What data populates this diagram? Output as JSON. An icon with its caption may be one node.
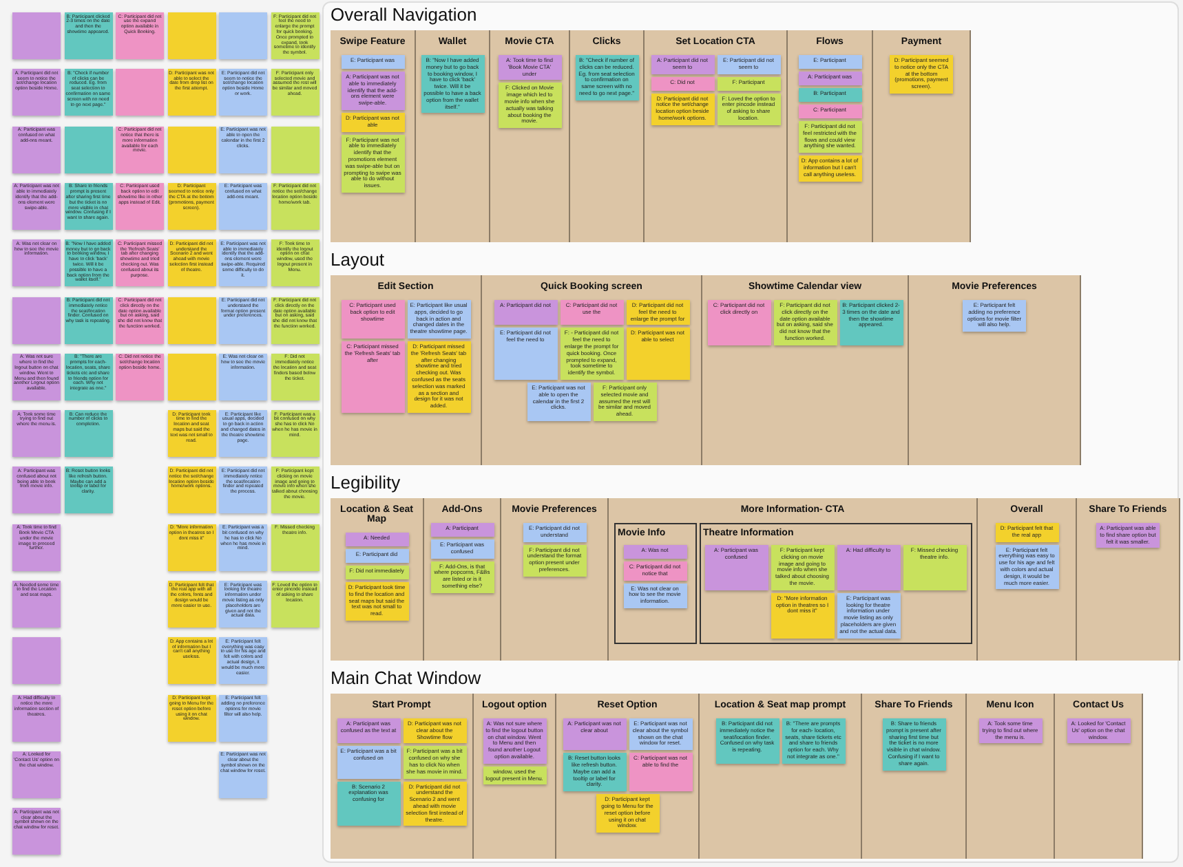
{
  "diagram": {
    "nodes": [
      {
        "text": [],
        "shape": "box"
      },
      {
        "text": [
          "A: Participant did not seem to notice the set/change location option beside Home."
        ]
      },
      {
        "text": [
          "A: Participant was confused on what add-ons meant."
        ]
      },
      {
        "text": [
          "A: Participant was not able to immediately identify that the add-ons element were swipe-able."
        ]
      },
      {
        "text": [
          "A: Was not clear on how to see the movie information."
        ]
      },
      {
        "text": [],
        "shape": "box"
      },
      {
        "text": [
          "A: Was not sure where to find the logout button on chat window. Went to Menu and then found another Logout option available."
        ]
      },
      {
        "text": [
          "A: Took some time trying to find out where the menu is."
        ]
      },
      {
        "text": [
          "A: Participant was confused about not being able to book from movie info."
        ]
      },
      {
        "text": [
          "A: Took time to find Book Movie CTA under the movie image to proceed further."
        ]
      },
      {
        "text": [
          "A: Needed some time to find the Location and seat maps."
        ]
      },
      {
        "text": [],
        "shape": "box"
      },
      {
        "text": [
          "A: Had difficulty to notice the more information section of theatres."
        ]
      },
      {
        "text": [
          "A: Looked for 'Contact Us' option on the chat window."
        ]
      },
      {
        "text": [
          "A: Participant was not clear about the symbol shown on the chat window for reset."
        ]
      },
      {
        "text": [
          "B: Participant clicked 2-3 times on the date and then the showtime appeared."
        ]
      },
      {
        "text": [
          "B: \"Check if number of clicks can be reduced. Eg. from seat selection to confirmation on same screen with no need to go next page.\""
        ]
      },
      {
        "text": [],
        "shape": "box"
      },
      {
        "text": [
          "B: Share to friends prompt is present after sharing first time but the ticket is no more visible in chat window. Confusing if I want to share again."
        ]
      },
      {
        "text": [
          "B: \"Now I have added money but to go back to booking window, I have to click 'back' twice. Will it be possible to have a back option from the wallet itself.\""
        ]
      },
      {
        "text": [
          "B: Participant did not immediately notice the seat/location finder. Confused on why task is repeating."
        ]
      },
      {
        "text": [
          "B: \"There are prompts for each- location, seats, share tickets etc and share to friends option for each. Why not integrate as one.\""
        ]
      },
      {
        "text": [
          "B: Can reduce the number of clicks to completion."
        ]
      },
      {
        "text": [
          "B: Reset button looks like refresh button. Maybe can add a tooltip or label for clarity."
        ]
      },
      {
        "text": [
          "C: Participant did not use the expand option available in Quick Booking."
        ]
      },
      {
        "text": [],
        "shape": "box"
      },
      {
        "text": [
          "C: Participant did not notice that there is more information available for each movie."
        ]
      },
      {
        "text": [
          "C: Participant used back option to edit showtime like in other apps instead of Edit."
        ]
      },
      {
        "text": [
          "C: Participant missed the 'Refresh Seats' tab after changing showtime and tried checking out. Was confused about its purpose."
        ]
      },
      {
        "text": [
          "C: Participant did not click directly on the date option available but on asking, said she did not know that the function worked."
        ]
      },
      {
        "text": [
          "C: Did not notice the set/change location option beside home."
        ]
      },
      {
        "text": [],
        "shape": "box"
      },
      {
        "text": [
          "D: Participant was not able to select the date from drop list on the first attempt."
        ]
      },
      {
        "text": [],
        "shape": "box"
      },
      {
        "text": [
          "D: Participant seemed to notice only the CTA at the bottom (promotions, payment screen)."
        ]
      },
      {
        "text": [
          "D: Participant did not understand the Scenario 2 and went ahead with movie selection first instead of theatre."
        ]
      },
      {
        "text": [],
        "shape": "box"
      },
      {
        "text": [],
        "shape": "box"
      },
      {
        "text": [
          "D: Participant took time to find the location and seat maps but said the text was not small to read."
        ]
      },
      {
        "text": [
          "D: Participant did not notice the set/change location option beside home/work options."
        ]
      },
      {
        "text": [
          "D: \"More information option in theatres so I dont miss it\""
        ]
      },
      {
        "text": [
          "D: Participant felt that the real app with all the colors, fonts and design would be more easier to use."
        ]
      },
      {
        "text": [
          "D: App contains a lot of information but I can't call anything useless."
        ]
      },
      {
        "text": [
          "D: Participant kept going to Menu for the reset option before using it on chat window."
        ]
      },
      {
        "text": [],
        "shape": "box"
      },
      {
        "text": [
          "E: Participant did not seem to notice the set/change location option beside Home or work."
        ]
      },
      {
        "text": [
          "E: Participant was not able to open the calendar in the first 2 clicks."
        ]
      },
      {
        "text": [
          "E: Participant was confused on what add-ons meant."
        ]
      },
      {
        "text": [
          "E: Participant was not able to immediately identify that the add-ons element were swipe-able. Required some difficulty to do it."
        ]
      },
      {
        "text": [
          "E: Participant did not understand the format option present under preferences."
        ]
      },
      {
        "text": [
          "E: Was not clear on how to see the movie information."
        ]
      },
      {
        "text": [
          "E: Participant like usual apps, decided to go back in action and changed dates in the theatre showtime page."
        ]
      },
      {
        "text": [
          "E: Participant did not immediately notice the seat/location finder and repeated the process."
        ]
      },
      {
        "text": [
          "E: Participant was a bit confused on why he has to click No when he has movie in mind."
        ]
      },
      {
        "text": [
          "E: Participant was looking for theatre information under movie listing as only placeholders are given and not the actual data."
        ]
      },
      {
        "text": [
          "E: Participant felt everything was easy to use for his age and felt with colors and actual design, it would be much more easier."
        ]
      },
      {
        "text": [
          "E: Participant felt adding no preference options for movie filter will also help."
        ]
      },
      {
        "text": [
          "E: Participant was not clear about the symbol shown on the chat window for reset."
        ]
      },
      {
        "text": [
          "F: Participant did not feel the need to enlarge the prompt for quick booking. Once prompted to expand, took sometime to identify the symbol."
        ]
      },
      {
        "text": [
          "F: Participant only selected movie and assumed the rest will be similar and moved ahead."
        ]
      },
      {
        "text": [],
        "shape": "box"
      },
      {
        "text": [
          "F: Participant did not notice the set/change location option beside home/work tab."
        ]
      },
      {
        "text": [
          "F: Took time to identify the logout option on chat window, used the logout present in Menu."
        ]
      },
      {
        "text": [
          "F: Participant did not click directly on the date option available but on asking, said she did not know that the function worked."
        ]
      },
      {
        "text": [
          "F: Did not immediately notice the location and seat finders based below the ticket."
        ]
      },
      {
        "text": [
          "F: Participant was a bit confused on why she has to click No when he has movie in mind."
        ]
      },
      {
        "text": [
          "F: Participant kept clicking on movie image and going to movie info when she talked about choosing the movie."
        ]
      },
      {
        "text": [
          "F: Missed checking theatre info."
        ]
      },
      {
        "text": [
          "F: Loved the option to enter pincode instead of asking to share location."
        ]
      },
      {
        "text": [
          "Overall Navigation"
        ]
      },
      {
        "text": [
          "Swipe Feature"
        ],
        "in": 69
      },
      {
        "text": [
          "E: Participant was"
        ],
        "in": 70
      },
      {
        "text": [
          "A: Participant was not able to immediately identify that the add-ons element were swipe-able."
        ],
        "in": 70
      },
      {
        "text": [
          "D: Participant was not able"
        ],
        "in": 70
      },
      {
        "text": [
          "F: Participant was not able to immediately identify that the promotions element was swipe-able but on prompting to swipe was able to do without issues."
        ],
        "in": 70
      },
      {
        "text": [
          "Wallet"
        ],
        "in": 69
      },
      {
        "text": [
          "B: \"Now I have added money but to go back to booking window, I have to click 'back' twice. Will it be possible to have a back option from the wallet itself.\""
        ],
        "in": 75
      },
      {
        "text": [
          "Movie CTA"
        ],
        "in": 69
      },
      {
        "text": [
          "A: Took time to find 'Book Movie CTA' under"
        ],
        "in": 77
      },
      {
        "text": [
          "F: Clicked on Movie image which led to movie info when she actually was talking about booking the movie."
        ],
        "in": 77
      },
      {
        "text": [
          "Clicks"
        ],
        "in": 69
      },
      {
        "text": [
          "B: \"Check if number of clicks can be reduced. Eg. from seat selection to confirmation on same screen with no need to go next page.\""
        ],
        "in": 80
      },
      {
        "text": [
          "Set Location CTA"
        ],
        "in": 69
      },
      {
        "text": [
          "A: Participant did not seem to"
        ],
        "in": 82
      },
      {
        "text": [
          "E: Participant did not seem to"
        ],
        "in": 82
      },
      {
        "text": [
          "C: Did not"
        ],
        "in": 82
      },
      {
        "text": [
          "F: Participant"
        ],
        "in": 82
      },
      {
        "text": [
          "D: Participant did not notice the set/change location option beside home/work options."
        ],
        "in": 82
      },
      {
        "text": [
          "F: Loved the option to enter pincode instead of asking to share location."
        ],
        "in": 82
      },
      {
        "text": [
          "Flows"
        ],
        "in": 69
      },
      {
        "text": [
          "E: Participant"
        ],
        "in": 89
      },
      {
        "text": [
          "A: Participant was"
        ],
        "in": 89
      },
      {
        "text": [
          "B: Participant"
        ],
        "in": 89
      },
      {
        "text": [
          "C: Participant"
        ],
        "in": 89
      },
      {
        "text": [
          "F: Participant did not feel restricted with the flows and could view anything she wanted."
        ],
        "in": 89
      },
      {
        "text": [
          "D: App contains a lot of information but I can't call anything useless."
        ],
        "in": 89
      },
      {
        "text": [
          "Payment"
        ],
        "in": 69
      },
      {
        "text": [
          "D: Participant seemed to notice only the CTA at the bottom (promotions, payment screen)."
        ],
        "in": 96
      },
      {
        "text": [
          "Layout"
        ]
      },
      {
        "text": [
          "Edit Section"
        ],
        "in": 98
      },
      {
        "text": [
          "C: Participant used back option to edit showtime"
        ],
        "in": 99
      },
      {
        "text": [
          "E: Participant like usual apps, decided to go back in action and changed dates in the theatre showtime page."
        ],
        "in": 99
      },
      {
        "text": [
          "C: Participant missed the 'Refresh Seats' tab after"
        ],
        "in": 99
      },
      {
        "text": [
          "D: Participant missed the 'Refresh Seats' tab after changing showtime and tried checking out. Was confused as the seats selection was marked as a section and design for it was not added."
        ],
        "in": 99
      },
      {
        "text": [
          "Quick Booking screen"
        ],
        "in": 98
      },
      {
        "text": [
          "A: Participant did not"
        ],
        "in": 104
      },
      {
        "text": [
          "C: Participant did not use the"
        ],
        "in": 104
      },
      {
        "text": [
          "D: Participant did not feel the need to enlarge the prompt for"
        ],
        "in": 104
      },
      {
        "text": [
          "E: Participant did not feel the need to"
        ],
        "in": 104
      },
      {
        "text": [
          "F: - Participant did not feel the need to enlarge the prompt for quick booking. Once prompted to expand, took sometime to identify the symbol."
        ],
        "in": 104
      },
      {
        "text": [
          "D: Participant was not able to select"
        ],
        "in": 104
      },
      {
        "text": [
          "E: Participant was not able to open the calendar in the first 2 clicks."
        ],
        "in": 104
      },
      {
        "text": [
          "F: Participant only selected movie and assumed the rest will be similar and moved ahead."
        ],
        "in": 104
      },
      {
        "text": [
          "Showtime Calendar view"
        ],
        "in": 98
      },
      {
        "text": [
          "C: Participant did not click directly on"
        ],
        "in": 113
      },
      {
        "text": [
          "F: Participant did not click directly on the date option available but on asking, said she did not know that the function worked."
        ],
        "in": 113
      },
      {
        "text": [
          "B: Participant clicked 2-3 times on the date and then the showtime appeared."
        ],
        "in": 113
      },
      {
        "text": [
          "Movie Preferences"
        ],
        "in": 98
      },
      {
        "text": [
          "E: Participant felt adding no preference options for movie filter will also help."
        ],
        "in": 117
      },
      {
        "text": [
          "Legibility"
        ]
      },
      {
        "text": [
          "Location & Seat Map"
        ],
        "in": 119
      },
      {
        "text": [
          "A: Needed"
        ],
        "in": 120
      },
      {
        "text": [
          "E: Participant did"
        ],
        "in": 120
      },
      {
        "text": [
          "F: Did not immediately"
        ],
        "in": 120
      },
      {
        "text": [
          "D: Participant took time to find the location and seat maps but said the text was not small to read."
        ],
        "in": 120
      },
      {
        "text": [
          "Add-Ons"
        ],
        "in": 119
      },
      {
        "text": [
          "A: Participant"
        ],
        "in": 125
      },
      {
        "text": [
          "E: Participant was confused"
        ],
        "in": 125
      },
      {
        "text": [
          "F: Add-Ons, is that where popcorns, F&Bs are listed or is it something else?"
        ],
        "in": 125
      },
      {
        "text": [
          "Movie Preferences"
        ],
        "in": 119
      },
      {
        "text": [
          "E: Participant did not understand"
        ],
        "in": 129
      },
      {
        "text": [
          "F: Participant did not understand the format option present under preferences."
        ],
        "in": 129
      },
      {
        "text": [
          "More Information- CTA"
        ],
        "in": 119
      },
      {
        "text": [
          "Movie Info"
        ],
        "in": 132
      },
      {
        "text": [
          "A: Was not"
        ],
        "in": 133
      },
      {
        "text": [
          "C: Participant did not notice that"
        ],
        "in": 133
      },
      {
        "text": [
          "E: Was not clear on how to see the movie information."
        ],
        "in": 133
      },
      {
        "text": [
          "Theatre Information"
        ],
        "in": 132
      },
      {
        "text": [
          "A: Participant was confused"
        ],
        "in": 137
      },
      {
        "text": [
          "F: Participant kept clicking on movie image and going to movie info when she talked about choosing the movie."
        ],
        "in": 137
      },
      {
        "text": [
          "A: Had difficulty to"
        ],
        "in": 137
      },
      {
        "text": [
          "F: Missed checking theatre info."
        ],
        "in": 137
      },
      {
        "text": [
          "D: \"More information option in theatres so I dont miss it\""
        ],
        "in": 137
      },
      {
        "text": [
          "E: Participant was looking for theatre information under movie listing as only placeholders are given and not the actual data."
        ],
        "in": 137
      },
      {
        "text": [
          "Overall"
        ],
        "in": 119
      },
      {
        "text": [
          "D: Participant felt that the real app"
        ],
        "in": 144
      },
      {
        "text": [
          "E: Participant felt everything was easy to use for his age and felt with colors and actual design, it would be much more easier."
        ],
        "in": 144
      },
      {
        "text": [
          "Share To Friends"
        ],
        "in": 119
      },
      {
        "text": [
          "A: Participant was able to find share option but felt it was smaller."
        ],
        "in": 147
      },
      {
        "text": [
          "Main Chat Window"
        ]
      },
      {
        "text": [
          "Start Prompt"
        ],
        "in": 149
      },
      {
        "text": [
          "A: Participant was confused as the text at"
        ],
        "in": 150
      },
      {
        "text": [
          "D: Participant was not clear about the Showtime flow"
        ],
        "in": 150
      },
      {
        "text": [
          "E: Participant was a bit confused on"
        ],
        "in": 150
      },
      {
        "text": [
          "F: Participant was a bit confused on why she has to click No when she has movie in mind."
        ],
        "in": 150
      },
      {
        "text": [
          "B: Scenario 2 explanation was confusing for"
        ],
        "in": 150
      },
      {
        "text": [
          "D: Participant did not understand the Scenario 2 and went ahead with movie selection first instead of theatre."
        ],
        "in": 150
      },
      {
        "text": [
          "Logout option"
        ],
        "in": 149
      },
      {
        "text": [
          "A: Was not sure where to find the logout button on chat window. Went to Menu and then found another Logout option available."
        ],
        "in": 157
      },
      {
        "text": [
          "window, used the logout present in Menu."
        ],
        "in": 157
      },
      {
        "text": [
          "Reset Option"
        ],
        "in": 149
      },
      {
        "text": [
          "A: Participant was not clear about"
        ],
        "in": 160
      },
      {
        "text": [
          "E: Participant was not clear about the symbol shown on the chat window for reset."
        ],
        "in": 160
      },
      {
        "text": [
          "B: Reset button looks like refresh button. Maybe can add a tooltip or label for clarity."
        ],
        "in": 160
      },
      {
        "text": [
          "C: Participant was not able to find the"
        ],
        "in": 160
      },
      {
        "text": [
          "D: Participant kept going to Menu for the reset option before using it on chat window."
        ],
        "in": 160
      },
      {
        "text": [
          "Location & Seat map prompt"
        ],
        "in": 149
      },
      {
        "text": [
          "B: Participant did not immediately notice the seat/location finder. Confused on why task is repeating."
        ],
        "in": 166
      },
      {
        "text": [
          "B: \"There are prompts for each- location, seats, share tickets etc and share to friends option for each. Why not integrate as one.\""
        ],
        "in": 166
      },
      {
        "text": [
          "Share To Friends"
        ],
        "in": 149
      },
      {
        "text": [
          "B: Share to friends prompt is present after sharing first time but the ticket is no more visible in chat window. Confusing if I want to share again."
        ],
        "in": 169
      },
      {
        "text": [
          "Menu Icon"
        ],
        "in": 149
      },
      {
        "text": [
          "A: Took some time trying to find out where the menu is."
        ],
        "in": 171
      },
      {
        "text": [
          "Contact Us"
        ],
        "in": 149
      },
      {
        "text": [
          "A: Looked for 'Contact Us' option on the chat window."
        ],
        "in": 173
      }
    ]
  }
}
